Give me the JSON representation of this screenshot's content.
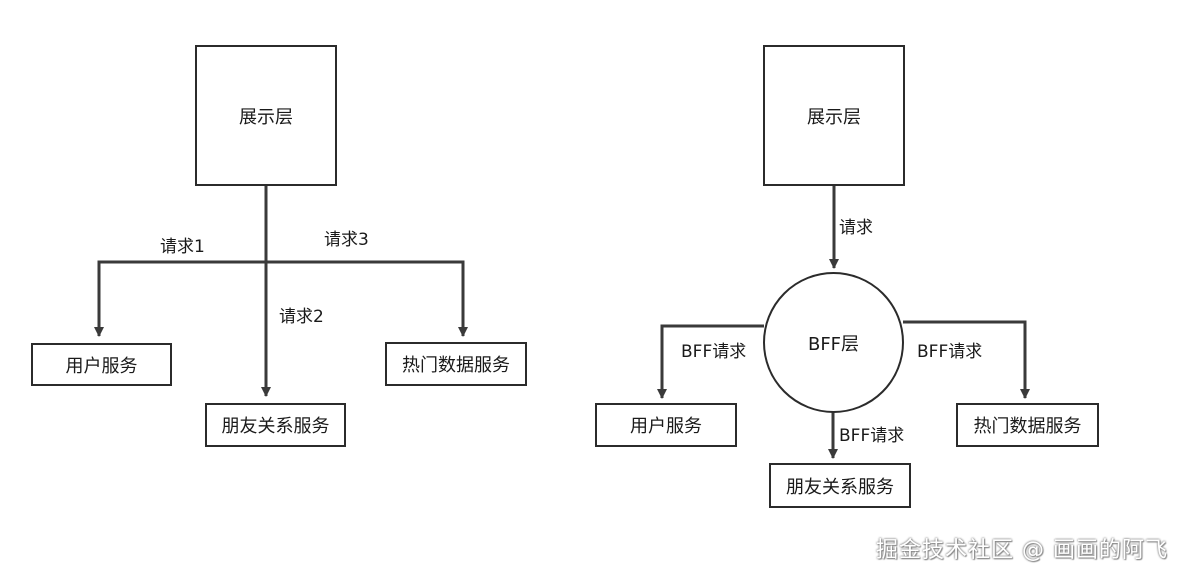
{
  "left": {
    "presentation": "展示层",
    "req1": "请求1",
    "req2": "请求2",
    "req3": "请求3",
    "user_service": "用户服务",
    "friend_service": "朋友关系服务",
    "hot_service": "热门数据服务"
  },
  "right": {
    "presentation": "展示层",
    "request": "请求",
    "bff": "BFF层",
    "bff_req_left": "BFF请求",
    "bff_req_right": "BFF请求",
    "bff_req_down": "BFF请求",
    "user_service": "用户服务",
    "friend_service": "朋友关系服务",
    "hot_service": "热门数据服务"
  },
  "watermark": "掘金技术社区 @ 画画的阿飞",
  "colors": {
    "stroke": "#3a3a3a",
    "text": "#1a1a1a"
  }
}
